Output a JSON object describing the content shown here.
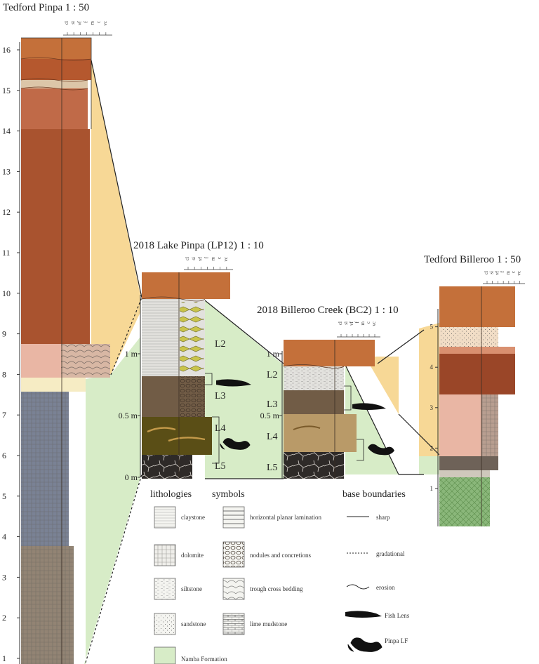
{
  "titles": {
    "tedford_pinpa": "Tedford Pinpa 1 : 50",
    "lake_pinpa": "2018 Lake Pinpa (LP12) 1 : 10",
    "billeroo_creek": "2018 Billeroo Creek (BC2) 1 : 10",
    "tedford_billeroo": "Tedford Billeroo 1 : 50"
  },
  "scale_pinpa": [
    "1",
    "2",
    "3",
    "4",
    "5",
    "6",
    "7",
    "8",
    "9",
    "10",
    "11",
    "12",
    "13",
    "14",
    "15",
    "16"
  ],
  "scale_lp12": [
    "0 m",
    "0.5 m",
    "1 m"
  ],
  "scale_bc2": [
    "0.5 m",
    "1 m"
  ],
  "scale_billeroo": [
    "1",
    "2",
    "3",
    "4",
    "5"
  ],
  "header_codes": [
    "cl",
    "si",
    "vf",
    "f",
    "m",
    "c",
    "vc"
  ],
  "units": {
    "lp12": [
      "L2",
      "L3",
      "L4",
      "L5"
    ],
    "bc2": [
      "L2",
      "L3",
      "L4",
      "L5"
    ]
  },
  "legend": {
    "lithologies_heading": "lithologies",
    "symbols_heading": "symbols",
    "boundaries_heading": "base boundaries",
    "lithologies": [
      "claystone",
      "dolomite",
      "siltstone",
      "sandstone",
      "Namba Formation"
    ],
    "symbols": [
      "horizontal planar lamination",
      "nodules and concretions",
      "trough cross bedding",
      "lime mudstone"
    ],
    "boundaries": [
      "sharp",
      "gradational",
      "erosion"
    ],
    "fossils": [
      "Fish Lens",
      "Pinpa LF"
    ]
  },
  "colors": {
    "rust": "#a9532f",
    "orange_brown": "#c4703a",
    "dark_rust": "#9a4628",
    "salmon": "#e9b6a4",
    "tan": "#dcc6a8",
    "cream": "#f6ecc4",
    "blue_gray": "#7a8294",
    "gray_brown": "#928474",
    "light_gray": "#e2e1dd",
    "brown": "#715c46",
    "olive": "#5a4e16",
    "olive_light": "#b99a68",
    "yellow_orange": "#f7d896",
    "pale_green": "#d7ecc7",
    "green": "#8ab77a",
    "near_black": "#2e2a28"
  }
}
